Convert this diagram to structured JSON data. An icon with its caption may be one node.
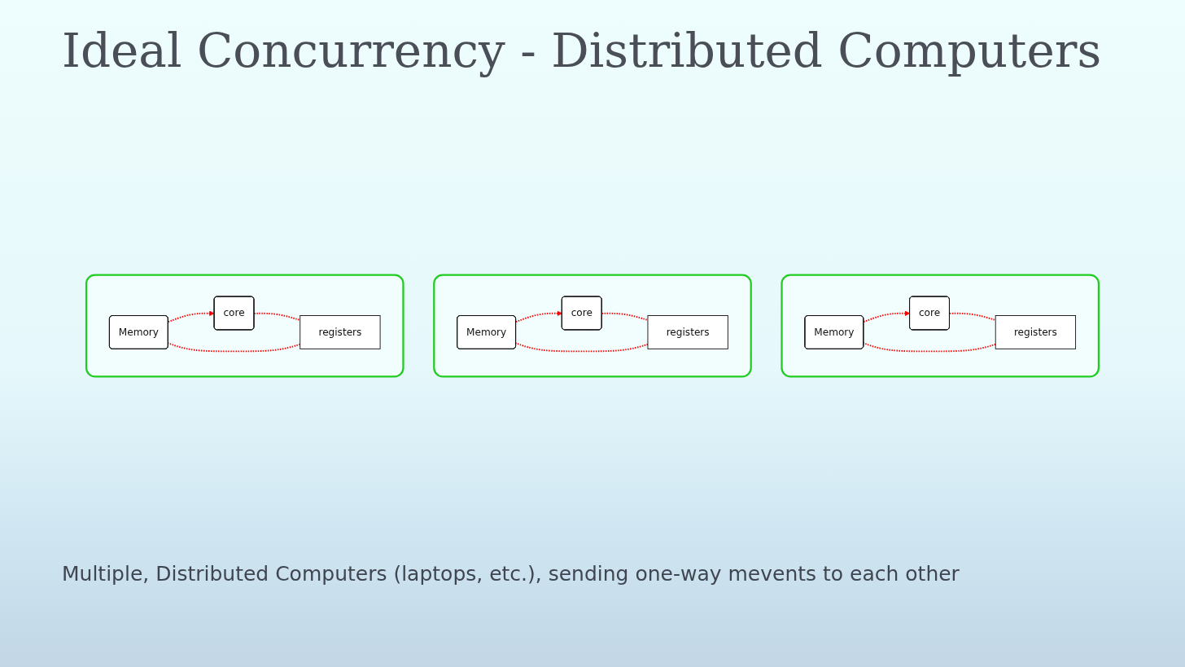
{
  "diagram": {
    "title": "Ideal Concurrency - Distributed Computers",
    "caption": "Multiple, Distributed Computers (laptops, etc.), sending one-way mevents to each other",
    "nodes": [
      {
        "text": [],
        "shape": "box"
      },
      {
        "text": [
          "Memory"
        ],
        "in": 0
      },
      {
        "text": [
          "core"
        ],
        "in": 0
      },
      {
        "text": [
          "registers"
        ],
        "in": 0
      },
      {
        "text": [],
        "shape": "box"
      },
      {
        "text": [
          "Memory"
        ],
        "in": 4
      },
      {
        "text": [
          "core"
        ],
        "in": 4
      },
      {
        "text": [
          "registers"
        ],
        "in": 4
      },
      {
        "text": [],
        "shape": "box"
      },
      {
        "text": [
          "Memory"
        ],
        "in": 8
      },
      {
        "text": [
          "core"
        ],
        "in": 8
      },
      {
        "text": [
          "registers"
        ],
        "in": 8
      }
    ],
    "edges": [
      {
        "from": 2,
        "to": 3,
        "arrow": "none",
        "style": "dashed",
        "color": "#ff0000"
      },
      {
        "from": 3,
        "to": 1,
        "arrow": "none",
        "style": "dashed",
        "color": "#ff0000"
      },
      {
        "from": 1,
        "to": 2,
        "arrow": "to",
        "style": "dashed",
        "color": "#ff0000"
      },
      {
        "from": 6,
        "to": 7,
        "arrow": "none",
        "style": "dashed",
        "color": "#ff0000"
      },
      {
        "from": 7,
        "to": 5,
        "arrow": "none",
        "style": "dashed",
        "color": "#ff0000"
      },
      {
        "from": 5,
        "to": 6,
        "arrow": "to",
        "style": "dashed",
        "color": "#ff0000"
      },
      {
        "from": 10,
        "to": 11,
        "arrow": "none",
        "style": "dashed",
        "color": "#ff0000"
      },
      {
        "from": 11,
        "to": 9,
        "arrow": "none",
        "style": "dashed",
        "color": "#ff0000"
      },
      {
        "from": 9,
        "to": 10,
        "arrow": "to",
        "style": "dashed",
        "color": "#ff0000"
      }
    ]
  }
}
